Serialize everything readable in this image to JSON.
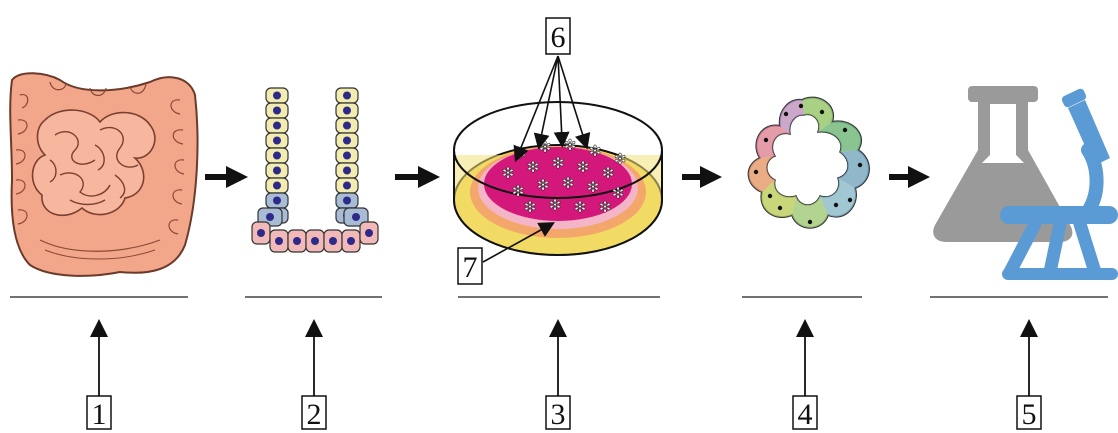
{
  "diagram": {
    "labels": {
      "step1": "1",
      "step2": "2",
      "step3": "3",
      "step4": "4",
      "step5": "5",
      "callout6": "6",
      "callout7": "7"
    },
    "colors": {
      "intestine": "#f3a78a",
      "intestine_outline": "#6b3a2a",
      "epithelium_yellow": "#f3ecb0",
      "epithelium_blue": "#a9bcd6",
      "epithelium_pink": "#f2b9b9",
      "nucleus": "#2e2a8a",
      "dish_rim": "#f1e27a",
      "dish_outer": "#f5d34a",
      "dish_ring_orange": "#f4a76a",
      "dish_medium": "#d4187b",
      "flask_gray": "#9a9a9a",
      "microscope_blue": "#5b9bd5",
      "arrow": "#111111"
    },
    "icons": [
      "intestine-icon",
      "epithelial-crypt-icon",
      "petri-dish-icon",
      "organoid-icon",
      "flask-icon",
      "microscope-icon"
    ]
  }
}
